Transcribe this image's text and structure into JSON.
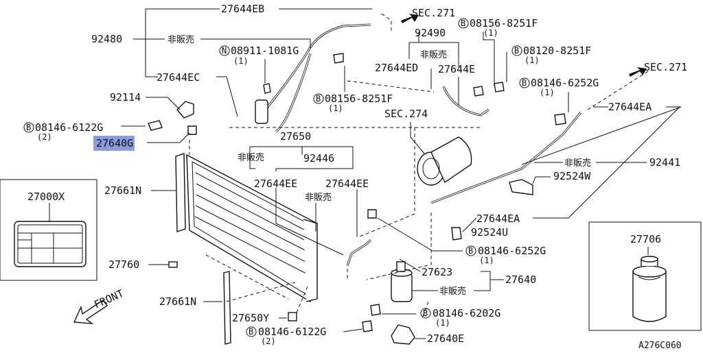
{
  "part_labels": {
    "p27644EB": "27644EB",
    "p92480": "92480",
    "p_hi_92480": "非販売",
    "sec271_top": "SEC.271",
    "b08156_8251F_top": "08156-8251F",
    "q1_a": "(1)",
    "p92490": "92490",
    "hi_92490": "非販売",
    "n08911": "08911-1081G",
    "q1_b": "(1)",
    "b08120": "08120-8251F",
    "q1_c": "(1)",
    "p27644ED": "27644ED",
    "p27644E": "27644E",
    "sec271_right": "SEC.271",
    "p27644EC": "27644EC",
    "b08146_6252G_top": "08146-6252G",
    "q1_d": "(1)",
    "p92114": "92114",
    "b08156_8251F_mid": "08156-8251F",
    "q1_e": "(1)",
    "sec274": "SEC.274",
    "p27644EA_top": "27644EA",
    "b08146_6122G_left": "08146-6122G",
    "q2_a": "(2)",
    "p27640G": "27640G",
    "p27650": "27650",
    "hi_27650": "非販売",
    "p92446": "92446",
    "hi_92441": "非販売",
    "p92441": "92441",
    "p27661N_top": "27661N",
    "p27644EE_a": "27644EE",
    "p27644EE_b": "27644EE",
    "hi_27644EE": "非販売",
    "p92524W": "92524W",
    "p27000X": "27000X",
    "p27644EA_mid": "27644EA",
    "p92524U": "92524U",
    "p27706": "27706",
    "b08146_6252G_mid": "08146-6252G",
    "q1_f": "(1)",
    "p27760": "27760",
    "p27623": "27623",
    "p27640": "27640",
    "front": "FRONT",
    "hi_27640": "非販売",
    "p27661N_bot": "27661N",
    "b08146_6202G": "08146-6202G",
    "q1_g": "(1)",
    "p27650Y": "27650Y",
    "b08146_6122G_bot": "08146-6122G",
    "q2_b": "(2)",
    "p27640E": "27640E",
    "diagram_ref": "A276C060"
  },
  "symbols": {
    "bolt_circle": "B",
    "nut_circle": "N"
  },
  "colors": {
    "highlight": "#8f9be0",
    "ink": "#111111"
  },
  "highlighted_part": "27640G"
}
